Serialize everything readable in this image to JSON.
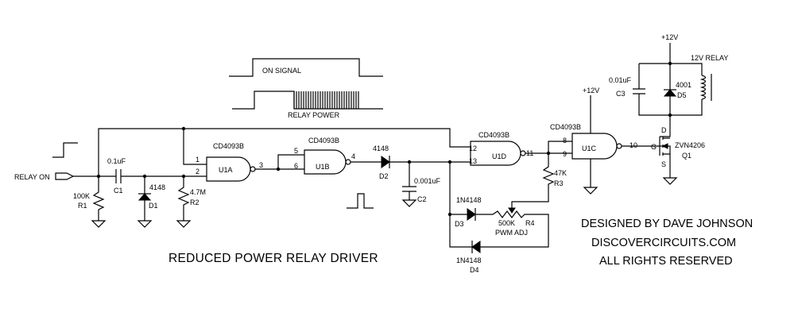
{
  "signals": {
    "on_signal": "ON SIGNAL",
    "relay_power": "RELAY POWER",
    "relay_on": "RELAY ON"
  },
  "power": {
    "vcc_top": "+12V",
    "vcc_u1c": "+12V"
  },
  "gates": {
    "u1a": {
      "ref": "U1A",
      "part": "CD4093B",
      "in1": "1",
      "in2": "2",
      "out": "3"
    },
    "u1b": {
      "ref": "U1B",
      "part": "CD4093B",
      "in1": "5",
      "in2": "6",
      "out": "4"
    },
    "u1d": {
      "ref": "U1D",
      "part": "CD4093B",
      "in1": "12",
      "in2": "13",
      "out": "11"
    },
    "u1c": {
      "ref": "U1C",
      "part": "CD4093B",
      "in1": "8",
      "in2": "9",
      "out": "10"
    }
  },
  "components": {
    "c1": {
      "ref": "C1",
      "value": "0.1uF"
    },
    "r1": {
      "ref": "R1",
      "value": "100K"
    },
    "d1": {
      "ref": "D1",
      "value": "4148"
    },
    "r2": {
      "ref": "R2",
      "value": "4.7M"
    },
    "d2": {
      "ref": "D2",
      "value": "4148"
    },
    "c2": {
      "ref": "C2",
      "value": "0.001uF"
    },
    "r3": {
      "ref": "R3",
      "value": "47K"
    },
    "d3": {
      "ref": "D3",
      "value": "1N4148"
    },
    "d4": {
      "ref": "D4",
      "value": "1N4148"
    },
    "r4": {
      "ref": "R4",
      "value": "500K",
      "label": "PWM ADJ"
    },
    "c3": {
      "ref": "C3",
      "value": "0.01uF"
    },
    "d5": {
      "ref": "D5",
      "value": "4001"
    },
    "q1": {
      "ref": "Q1",
      "value": "ZVN4206",
      "gate": "G",
      "drain": "D",
      "source": "S"
    },
    "relay": {
      "label": "12V RELAY"
    }
  },
  "credits": {
    "line1": "DESIGNED BY DAVE JOHNSON",
    "line2": "DISCOVERCIRCUITS.COM",
    "line3": "ALL RIGHTS RESERVED"
  },
  "title": "REDUCED POWER RELAY DRIVER"
}
